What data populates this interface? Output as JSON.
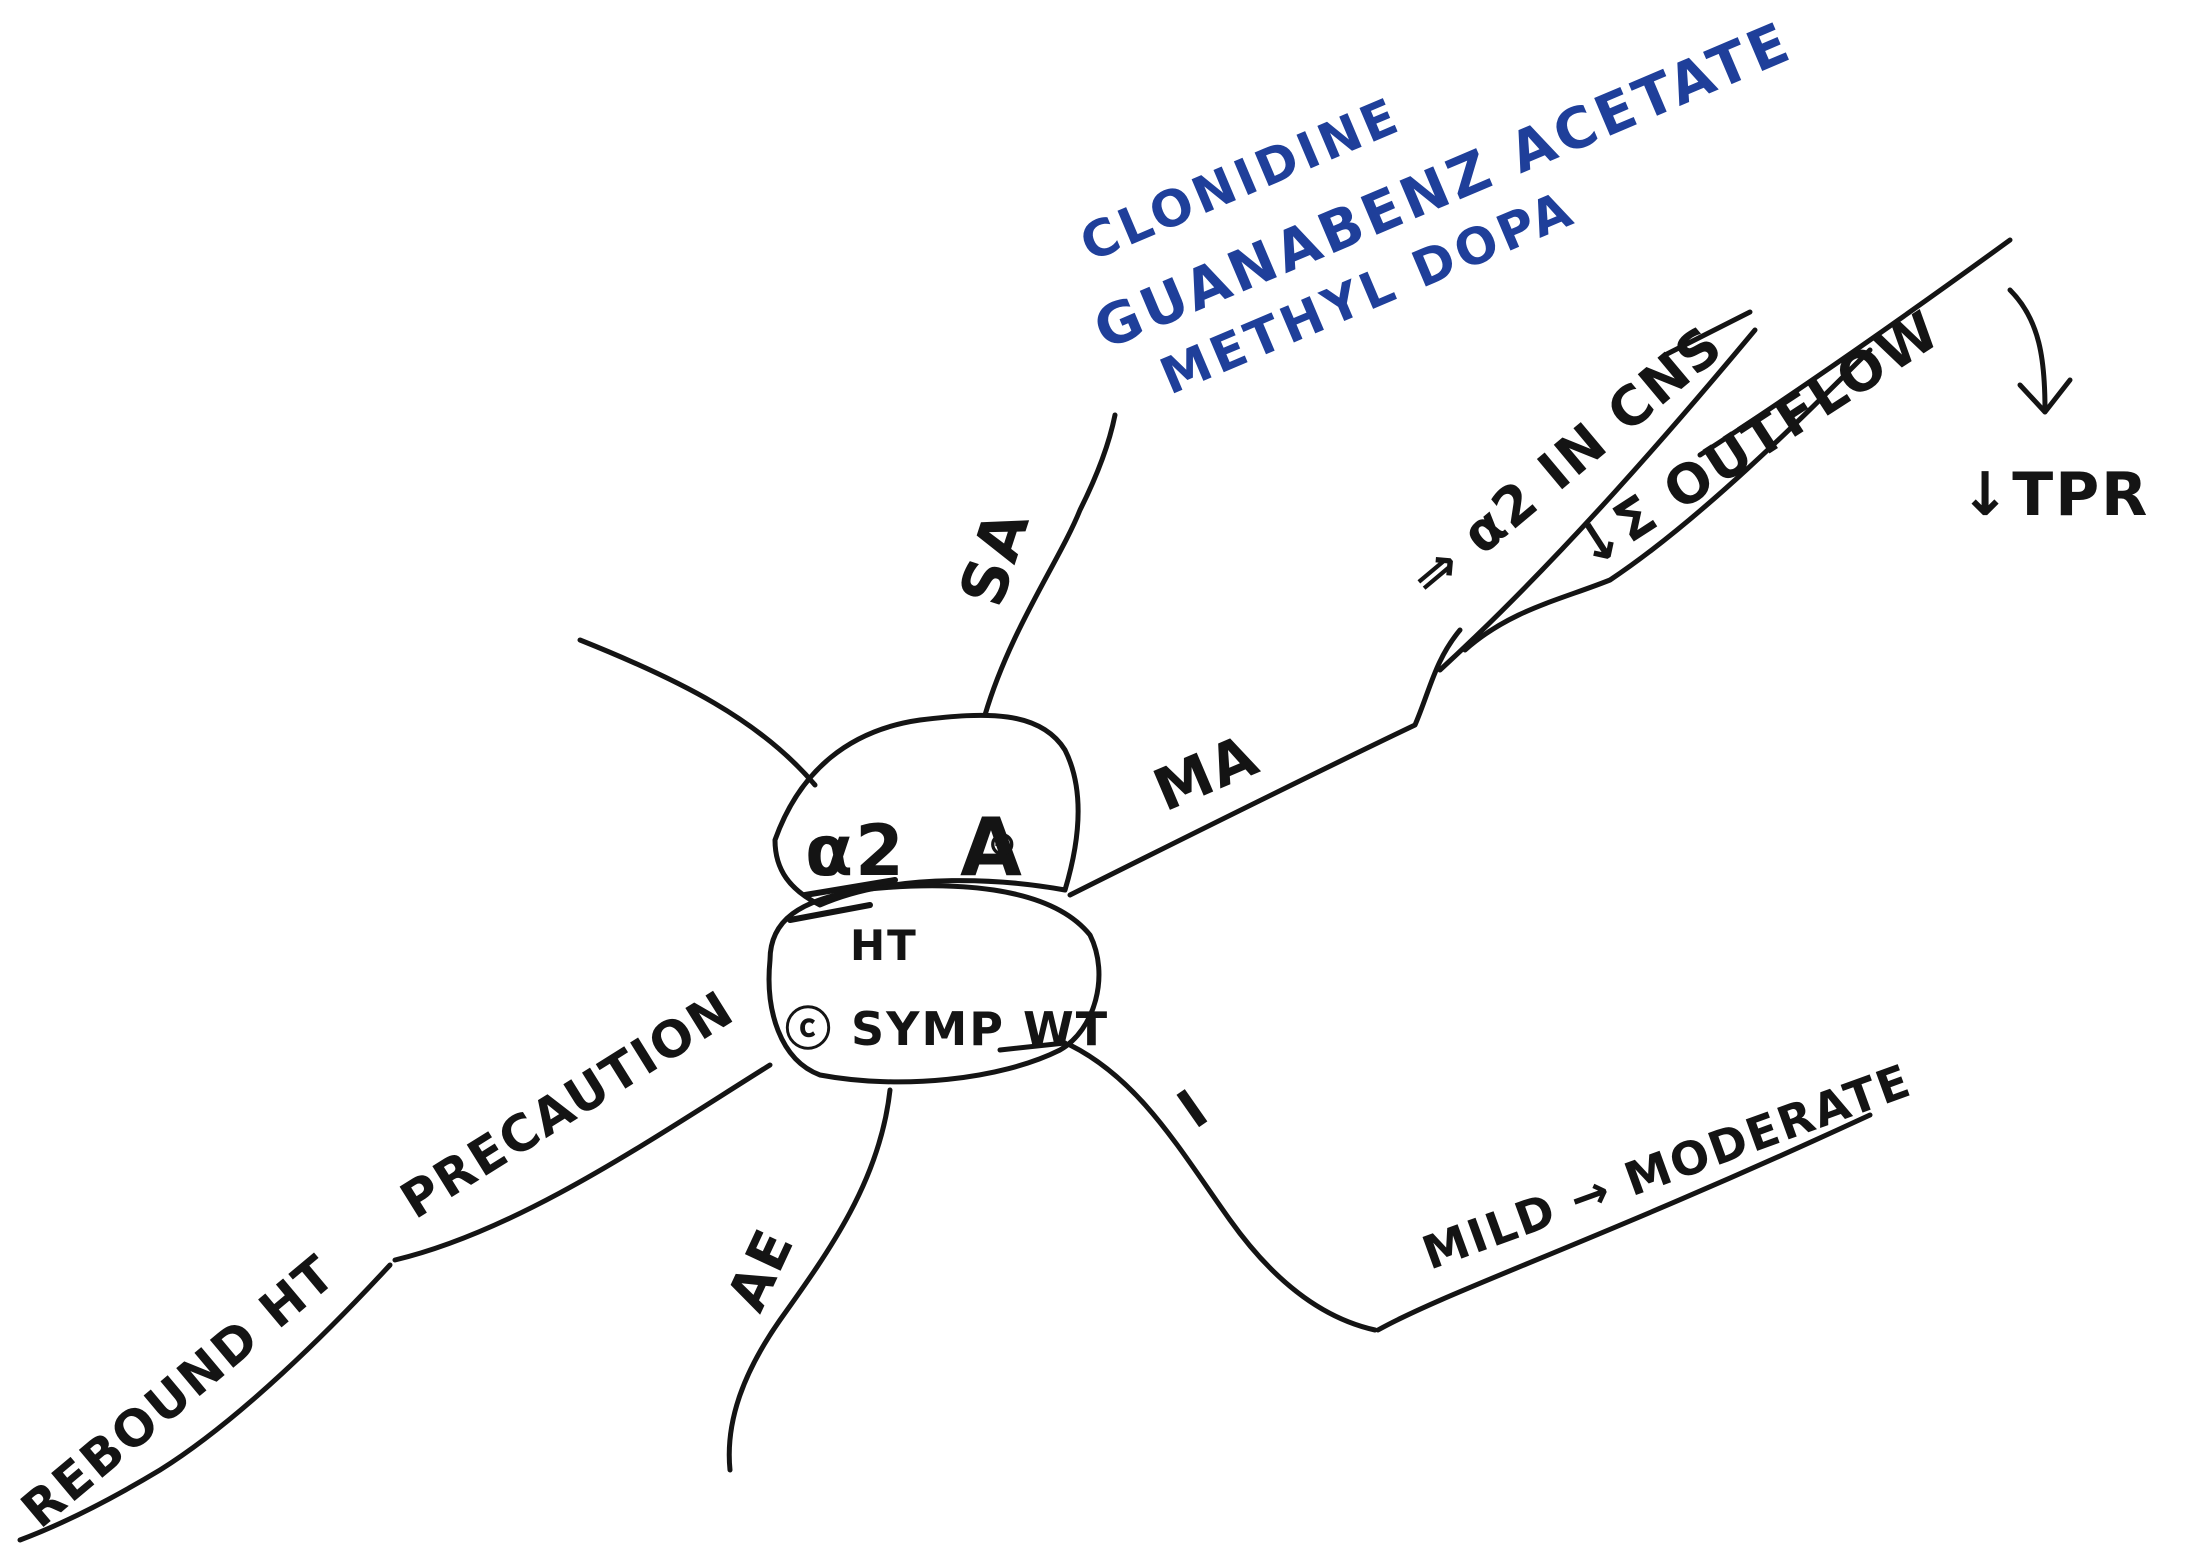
{
  "colors": {
    "ink": "#141414",
    "blue_ink": "#1f3f9a",
    "paper": "#ffffff"
  },
  "center": {
    "top_label": "α2",
    "top_symbol": "A",
    "agonist_mark": "⊕",
    "bottom_line1": "HT",
    "bottom_line2": "ⓒ SYMP WT"
  },
  "branches": {
    "sa": {
      "label": "SA",
      "examples": [
        "CLONIDINE",
        "GUANABENZ ACETATE",
        "METHYL DOPA"
      ]
    },
    "ma": {
      "label": "MA",
      "step1": "⇒ α2 IN CNS",
      "step2": "↓Σ OUTFLOW",
      "result_arrow": "↓",
      "result": "↓TPR"
    },
    "indication": {
      "label": "I",
      "value": "MILD → MODERATE"
    },
    "ae": {
      "label": "AE"
    },
    "precaution": {
      "label": "PRECAUTION",
      "value": "REBOUND HT"
    }
  }
}
